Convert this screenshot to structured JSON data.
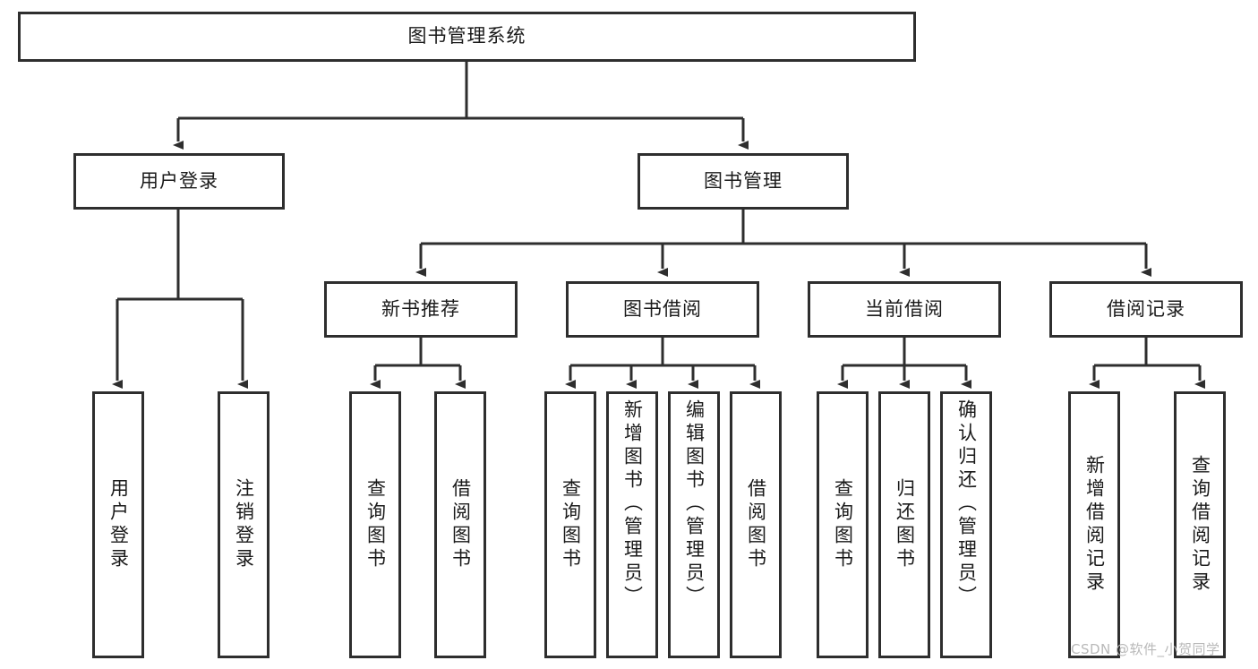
{
  "diagram": {
    "title": "图书管理系统",
    "type": "tree-hierarchy-diagram",
    "colors": {
      "node_border": "#2e2e2e",
      "node_fill": "#ffffff",
      "connector": "#2e2e2e",
      "text": "#1a1a1a",
      "watermark": "#b9b9b9",
      "background": "#ffffff"
    },
    "root": {
      "label": "图书管理系统"
    },
    "level2": [
      {
        "label": "用户登录"
      },
      {
        "label": "图书管理"
      }
    ],
    "level3": [
      {
        "label": "新书推荐"
      },
      {
        "label": "图书借阅"
      },
      {
        "label": "当前借阅"
      },
      {
        "label": "借阅记录"
      }
    ],
    "leaves": {
      "user_login": [
        {
          "label": "用户登录"
        },
        {
          "label": "注销登录"
        }
      ],
      "new_book": [
        {
          "label": "查询图书"
        },
        {
          "label": "借阅图书"
        }
      ],
      "book_borrow": [
        {
          "label": "查询图书"
        },
        {
          "label": "新增图书（管理员）"
        },
        {
          "label": "编辑图书（管理员）"
        },
        {
          "label": "借阅图书"
        }
      ],
      "current_borrow": [
        {
          "label": "查询图书"
        },
        {
          "label": "归还图书"
        },
        {
          "label": "确认归还（管理员）"
        }
      ],
      "borrow_record": [
        {
          "label": "新增借阅记录"
        },
        {
          "label": "查询借阅记录"
        }
      ]
    }
  },
  "watermark": {
    "text": "CSDN @软件_小贺同学"
  }
}
